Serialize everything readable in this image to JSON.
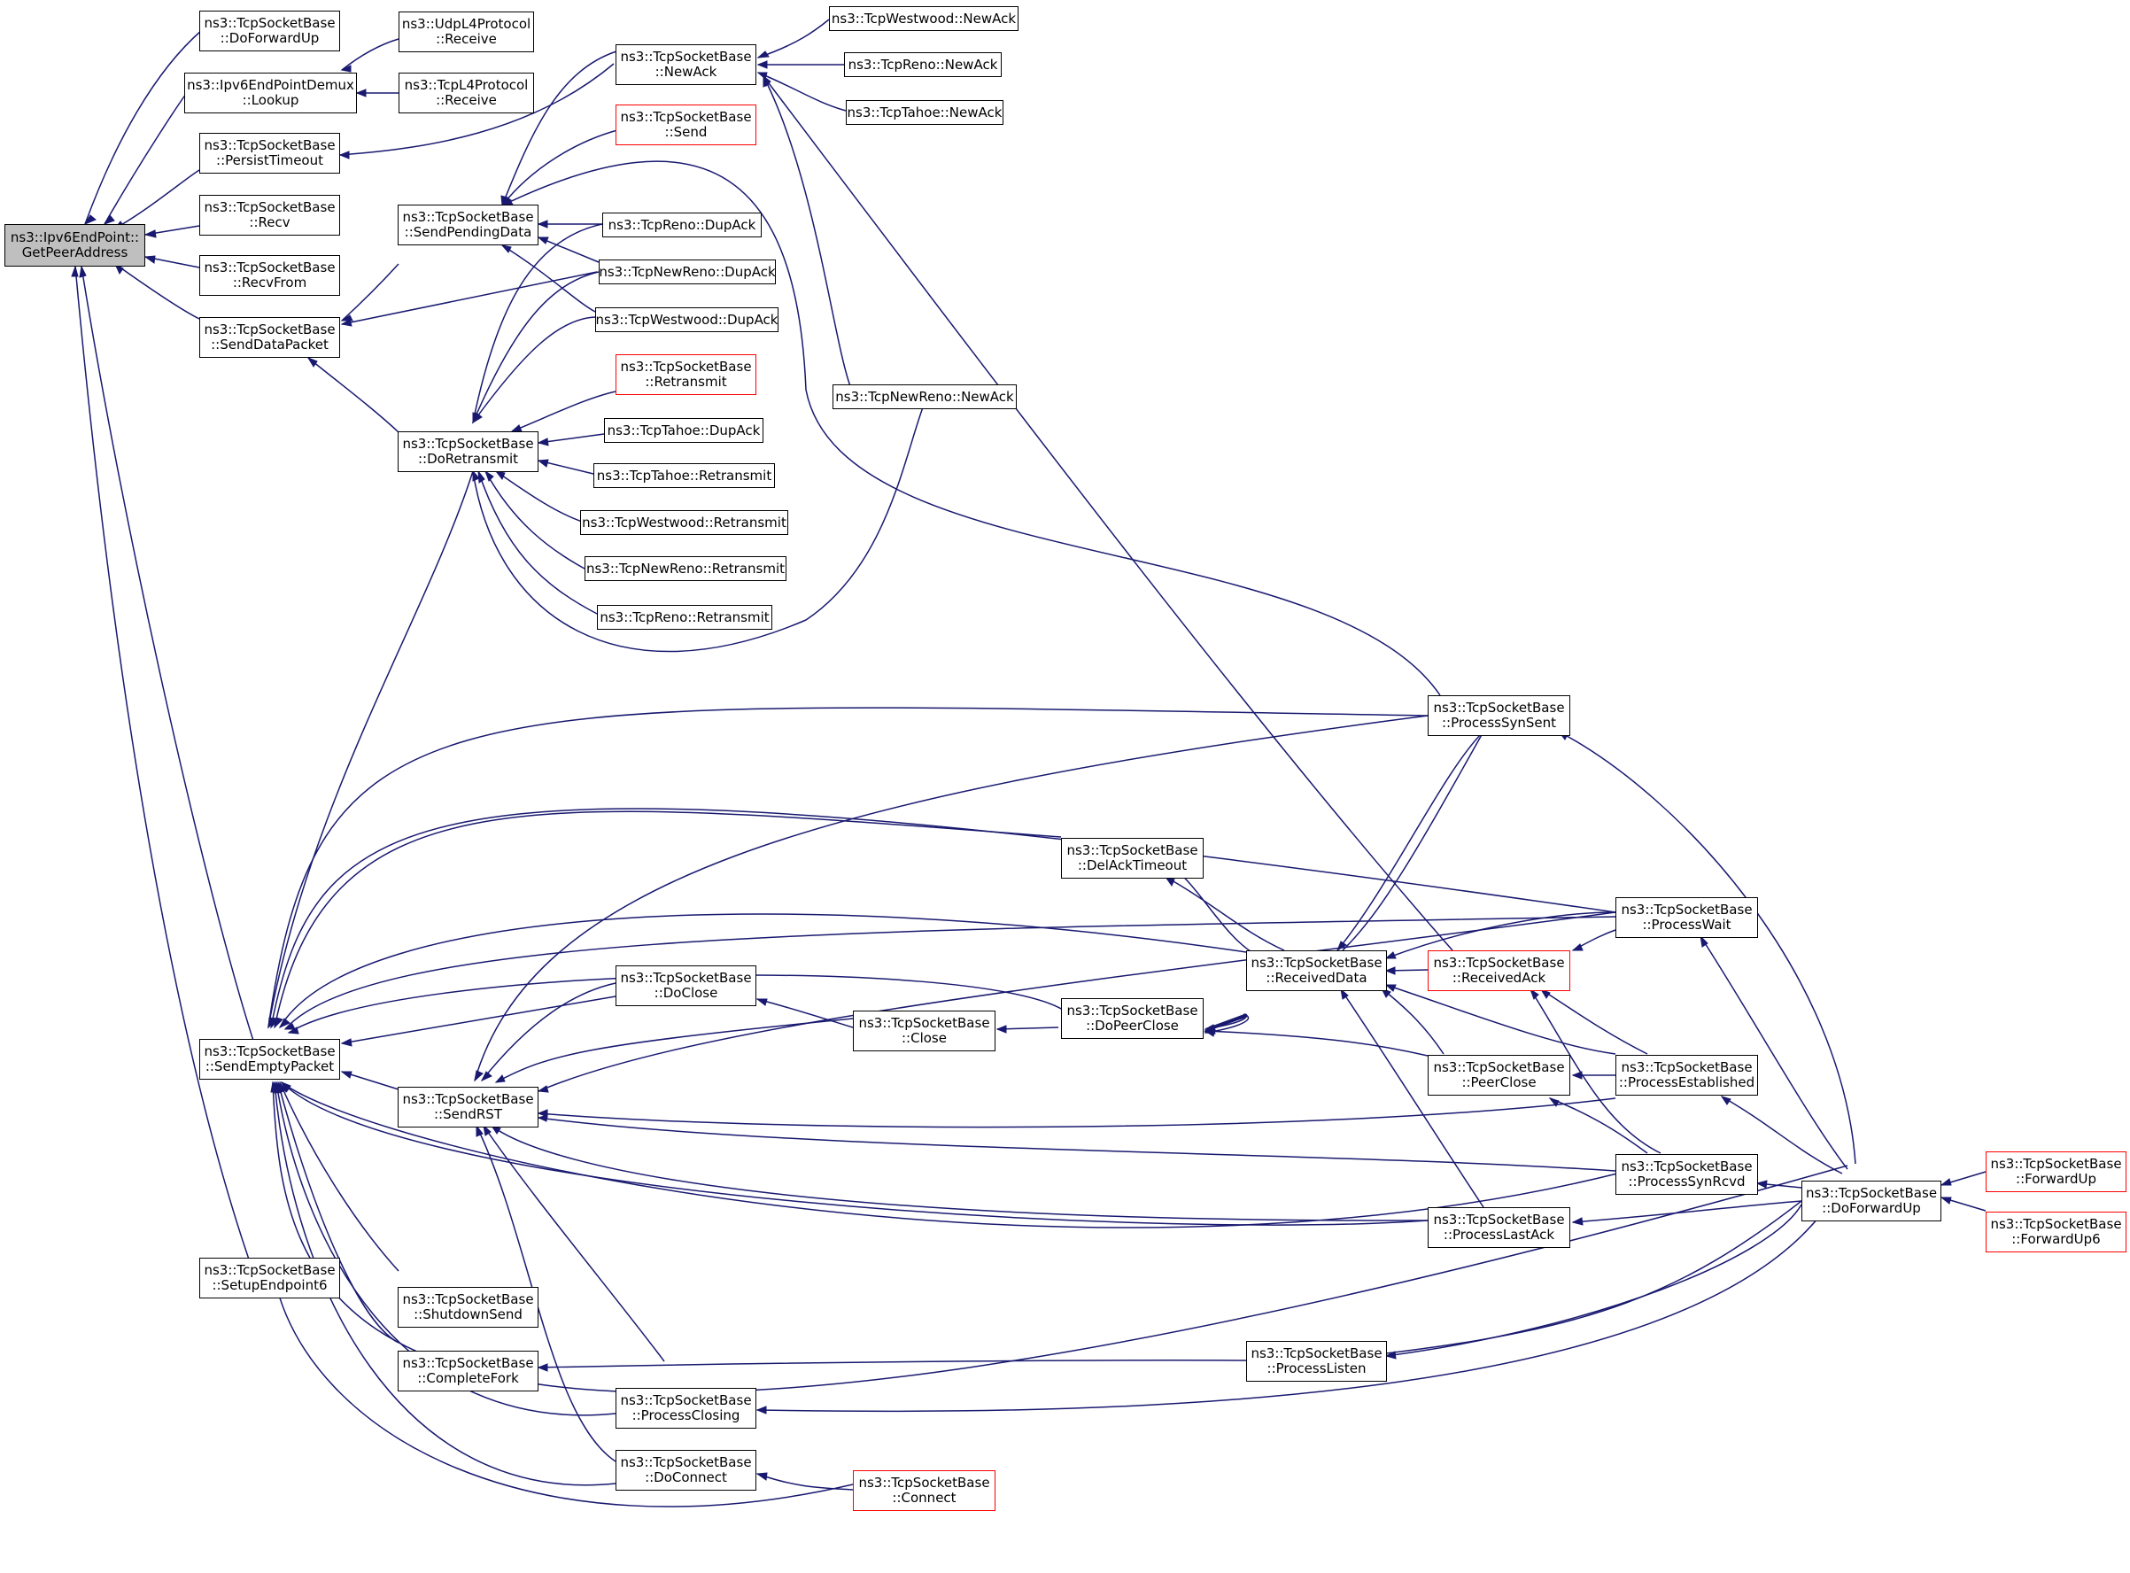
{
  "colors": {
    "edge": "#191970",
    "node_border": "#000000",
    "incomplete_border": "#ff0000",
    "root_fill": "#bfbfbf"
  },
  "nodes": [
    {
      "id": "root",
      "lines": [
        "ns3::Ipv6EndPoint::",
        "GetPeerAddress"
      ],
      "kind": "root"
    },
    {
      "id": "doforwardup_a",
      "lines": [
        "ns3::TcpSocketBase",
        "::DoForwardUp"
      ]
    },
    {
      "id": "lookup",
      "lines": [
        "ns3::Ipv6EndPointDemux",
        "::Lookup"
      ]
    },
    {
      "id": "udp_receive",
      "lines": [
        "ns3::UdpL4Protocol",
        "::Receive"
      ]
    },
    {
      "id": "tcp_receive",
      "lines": [
        "ns3::TcpL4Protocol",
        "::Receive"
      ]
    },
    {
      "id": "persisttimeout",
      "lines": [
        "ns3::TcpSocketBase",
        "::PersistTimeout"
      ]
    },
    {
      "id": "recv",
      "lines": [
        "ns3::TcpSocketBase",
        "::Recv"
      ]
    },
    {
      "id": "recvfrom",
      "lines": [
        "ns3::TcpSocketBase",
        "::RecvFrom"
      ]
    },
    {
      "id": "senddatapacket",
      "lines": [
        "ns3::TcpSocketBase",
        "::SendDataPacket"
      ]
    },
    {
      "id": "sendemptypacket",
      "lines": [
        "ns3::TcpSocketBase",
        "::SendEmptyPacket"
      ]
    },
    {
      "id": "setupendpoint6",
      "lines": [
        "ns3::TcpSocketBase",
        "::SetupEndpoint6"
      ]
    },
    {
      "id": "newack",
      "lines": [
        "ns3::TcpSocketBase",
        "::NewAck"
      ]
    },
    {
      "id": "send",
      "lines": [
        "ns3::TcpSocketBase",
        "::Send"
      ],
      "kind": "red"
    },
    {
      "id": "sendpendingdata",
      "lines": [
        "ns3::TcpSocketBase",
        "::SendPendingData"
      ]
    },
    {
      "id": "doretransmit",
      "lines": [
        "ns3::TcpSocketBase",
        "::DoRetransmit"
      ]
    },
    {
      "id": "westwood_newack",
      "lines": [
        "ns3::TcpWestwood::NewAck"
      ]
    },
    {
      "id": "reno_newack",
      "lines": [
        "ns3::TcpReno::NewAck"
      ]
    },
    {
      "id": "tahoe_newack",
      "lines": [
        "ns3::TcpTahoe::NewAck"
      ]
    },
    {
      "id": "reno_dupack",
      "lines": [
        "ns3::TcpReno::DupAck"
      ]
    },
    {
      "id": "newreno_dupack",
      "lines": [
        "ns3::TcpNewReno::DupAck"
      ]
    },
    {
      "id": "westwood_dupack",
      "lines": [
        "ns3::TcpWestwood::DupAck"
      ]
    },
    {
      "id": "retransmit",
      "lines": [
        "ns3::TcpSocketBase",
        "::Retransmit"
      ],
      "kind": "red"
    },
    {
      "id": "tahoe_dupack",
      "lines": [
        "ns3::TcpTahoe::DupAck"
      ]
    },
    {
      "id": "tahoe_retransmit",
      "lines": [
        "ns3::TcpTahoe::Retransmit"
      ]
    },
    {
      "id": "westwood_retransmit",
      "lines": [
        "ns3::TcpWestwood::Retransmit"
      ]
    },
    {
      "id": "newreno_retransmit",
      "lines": [
        "ns3::TcpNewReno::Retransmit"
      ]
    },
    {
      "id": "reno_retransmit",
      "lines": [
        "ns3::TcpReno::Retransmit"
      ]
    },
    {
      "id": "newreno_newack",
      "lines": [
        "ns3::TcpNewReno::NewAck"
      ]
    },
    {
      "id": "processsynsent",
      "lines": [
        "ns3::TcpSocketBase",
        "::ProcessSynSent"
      ]
    },
    {
      "id": "delacktimeout",
      "lines": [
        "ns3::TcpSocketBase",
        "::DelAckTimeout"
      ]
    },
    {
      "id": "processwait",
      "lines": [
        "ns3::TcpSocketBase",
        "::ProcessWait"
      ]
    },
    {
      "id": "receiveddata",
      "lines": [
        "ns3::TcpSocketBase",
        "::ReceivedData"
      ]
    },
    {
      "id": "receivedack",
      "lines": [
        "ns3::TcpSocketBase",
        "::ReceivedAck"
      ],
      "kind": "red"
    },
    {
      "id": "doclose",
      "lines": [
        "ns3::TcpSocketBase",
        "::DoClose"
      ]
    },
    {
      "id": "close",
      "lines": [
        "ns3::TcpSocketBase",
        "::Close"
      ]
    },
    {
      "id": "dopeerclose",
      "lines": [
        "ns3::TcpSocketBase",
        "::DoPeerClose"
      ]
    },
    {
      "id": "peerclose",
      "lines": [
        "ns3::TcpSocketBase",
        "::PeerClose"
      ]
    },
    {
      "id": "processestablished",
      "lines": [
        "ns3::TcpSocketBase",
        "::ProcessEstablished"
      ]
    },
    {
      "id": "sendrst",
      "lines": [
        "ns3::TcpSocketBase",
        "::SendRST"
      ]
    },
    {
      "id": "processsynrcvd",
      "lines": [
        "ns3::TcpSocketBase",
        "::ProcessSynRcvd"
      ]
    },
    {
      "id": "doforwardup_b",
      "lines": [
        "ns3::TcpSocketBase",
        "::DoForwardUp"
      ]
    },
    {
      "id": "forwardup",
      "lines": [
        "ns3::TcpSocketBase",
        "::ForwardUp"
      ],
      "kind": "red"
    },
    {
      "id": "forwardup6",
      "lines": [
        "ns3::TcpSocketBase",
        "::ForwardUp6"
      ],
      "kind": "red"
    },
    {
      "id": "processlastack",
      "lines": [
        "ns3::TcpSocketBase",
        "::ProcessLastAck"
      ]
    },
    {
      "id": "shutdownsend",
      "lines": [
        "ns3::TcpSocketBase",
        "::ShutdownSend"
      ]
    },
    {
      "id": "completefork",
      "lines": [
        "ns3::TcpSocketBase",
        "::CompleteFork"
      ]
    },
    {
      "id": "processlisten",
      "lines": [
        "ns3::TcpSocketBase",
        "::ProcessListen"
      ]
    },
    {
      "id": "processclosing",
      "lines": [
        "ns3::TcpSocketBase",
        "::ProcessClosing"
      ]
    },
    {
      "id": "doconnect",
      "lines": [
        "ns3::TcpSocketBase",
        "::DoConnect"
      ]
    },
    {
      "id": "connect",
      "lines": [
        "ns3::TcpSocketBase",
        "::Connect"
      ],
      "kind": "red"
    }
  ]
}
